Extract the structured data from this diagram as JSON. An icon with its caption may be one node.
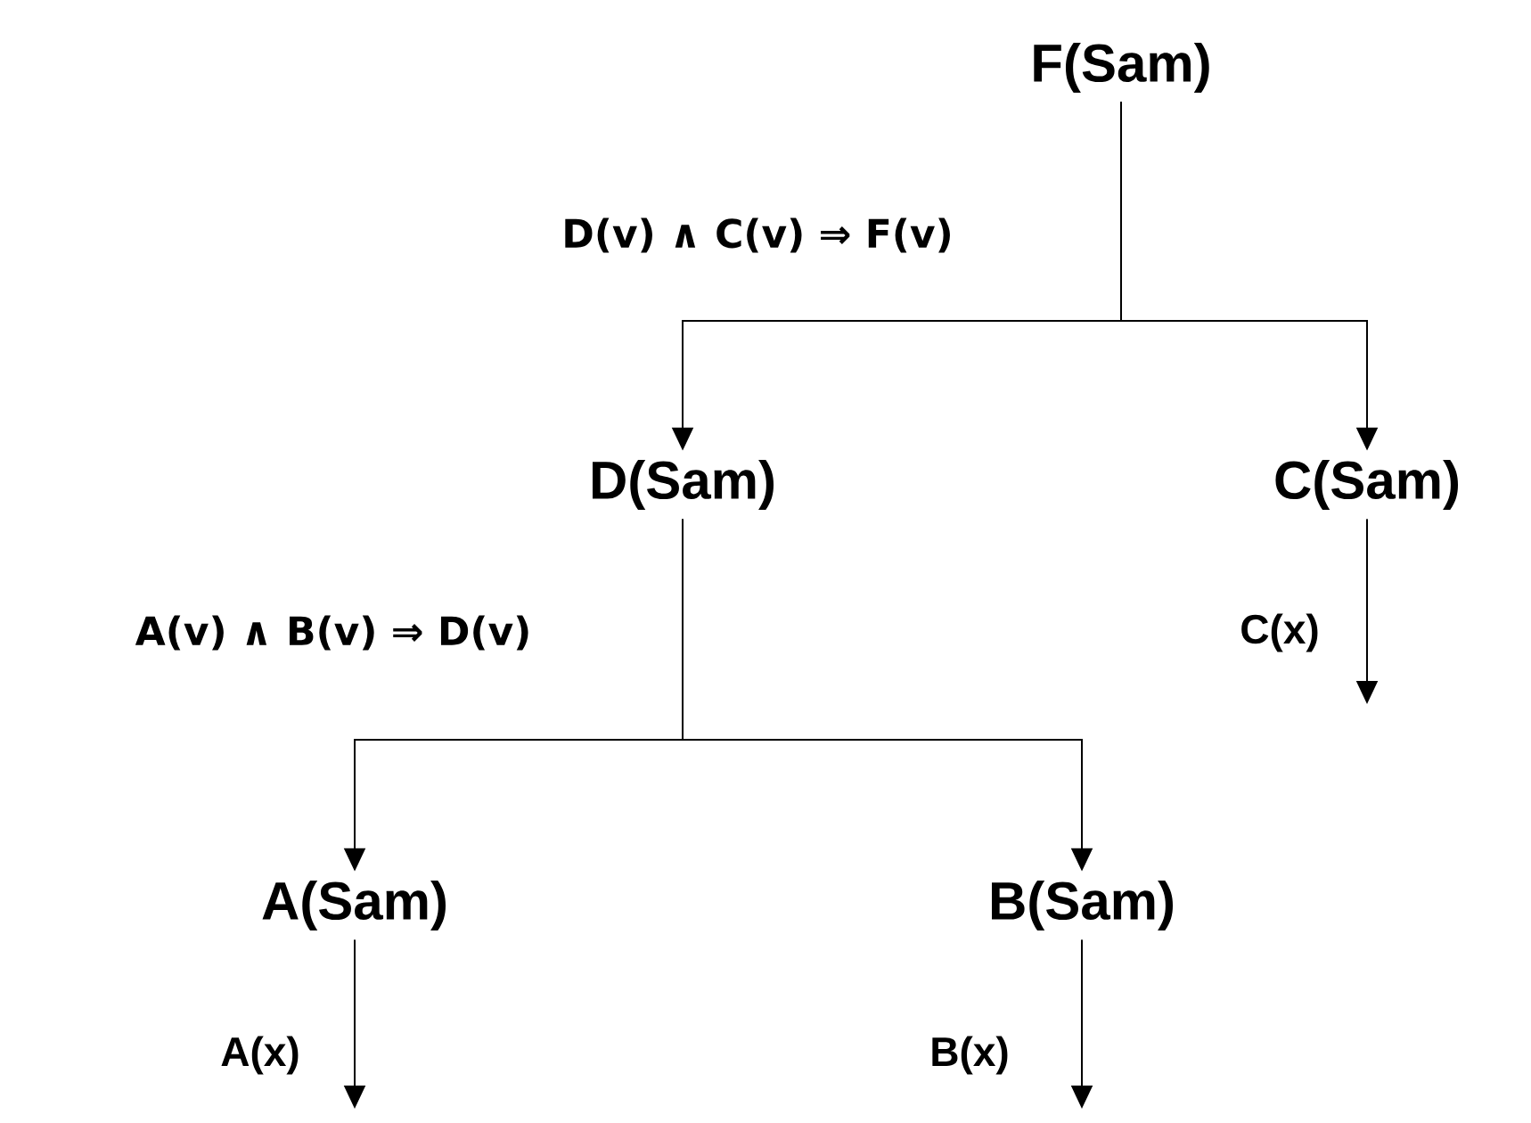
{
  "diagram": {
    "nodes": [
      {
        "text": [
          "F(Sam)"
        ]
      },
      {
        "text": [
          "D(Sam)"
        ]
      },
      {
        "text": [
          "C(Sam)"
        ]
      },
      {
        "text": [
          "A(Sam)"
        ]
      },
      {
        "text": [
          "B(Sam)"
        ]
      }
    ],
    "edges": [
      {
        "from": 0,
        "to": 1,
        "arrow": "to"
      },
      {
        "from": 0,
        "to": 2,
        "arrow": "to"
      },
      {
        "from": 1,
        "to": 3,
        "arrow": "to"
      },
      {
        "from": 1,
        "to": 4,
        "arrow": "to"
      },
      {
        "from": 2,
        "to": null,
        "arrow": "to",
        "label": "C(x)"
      },
      {
        "from": 3,
        "to": null,
        "arrow": "to",
        "label": "A(x)"
      },
      {
        "from": 4,
        "to": null,
        "arrow": "to",
        "label": "B(x)"
      }
    ],
    "labels": [
      "D(v) ∧ C(v) ⇒ F(v)",
      "A(v) ∧ B(v) ⇒ D(v)"
    ]
  }
}
